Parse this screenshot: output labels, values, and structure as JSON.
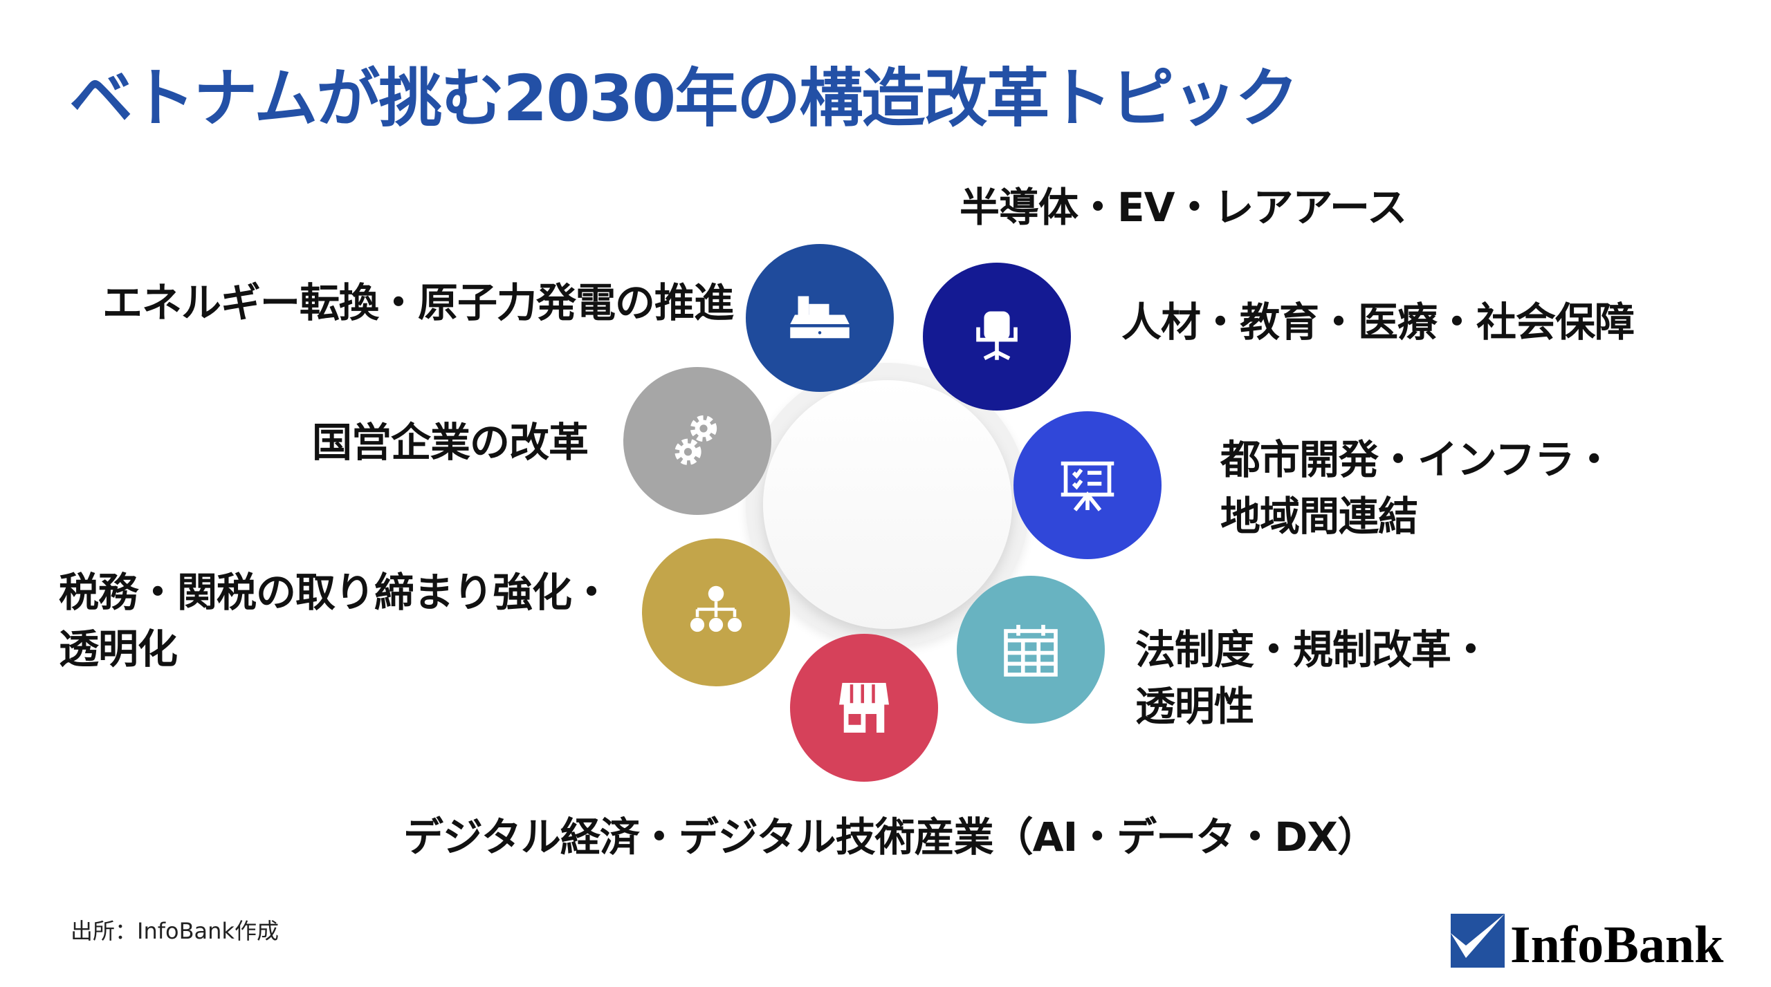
{
  "title": "ベトナムが挑む2030年の構造改革トピック",
  "topics": [
    {
      "lines": [
        "半導体・EV・レアアース"
      ],
      "icon": "cash-register-icon",
      "color": "#1f4b9c"
    },
    {
      "lines": [
        "人材・教育・医療・社会保障"
      ],
      "icon": "office-chair-icon",
      "color": "#141a93"
    },
    {
      "lines": [
        "都市開発・インフラ・",
        "地域間連結"
      ],
      "icon": "presentation-board-icon",
      "color": "#3047d9"
    },
    {
      "lines": [
        "法制度・規制改革・",
        "透明性"
      ],
      "icon": "calendar-icon",
      "color": "#68b3c1"
    },
    {
      "lines": [
        "デジタル経済・デジタル技術産業（AI・データ・DX）"
      ],
      "icon": "storefront-icon",
      "color": "#d6415a"
    },
    {
      "lines": [
        "税務・関税の取り締まり強化・",
        "透明化"
      ],
      "icon": "org-chart-icon",
      "color": "#c3a54a"
    },
    {
      "lines": [
        "国営企業の改革"
      ],
      "icon": "gears-icon",
      "color": "#a6a6a6"
    },
    {
      "lines": [
        "エネルギー転換・原子力発電の推進"
      ],
      "icon": "",
      "color": ""
    }
  ],
  "source": "出所：InfoBank作成",
  "logo": "InfoBank"
}
